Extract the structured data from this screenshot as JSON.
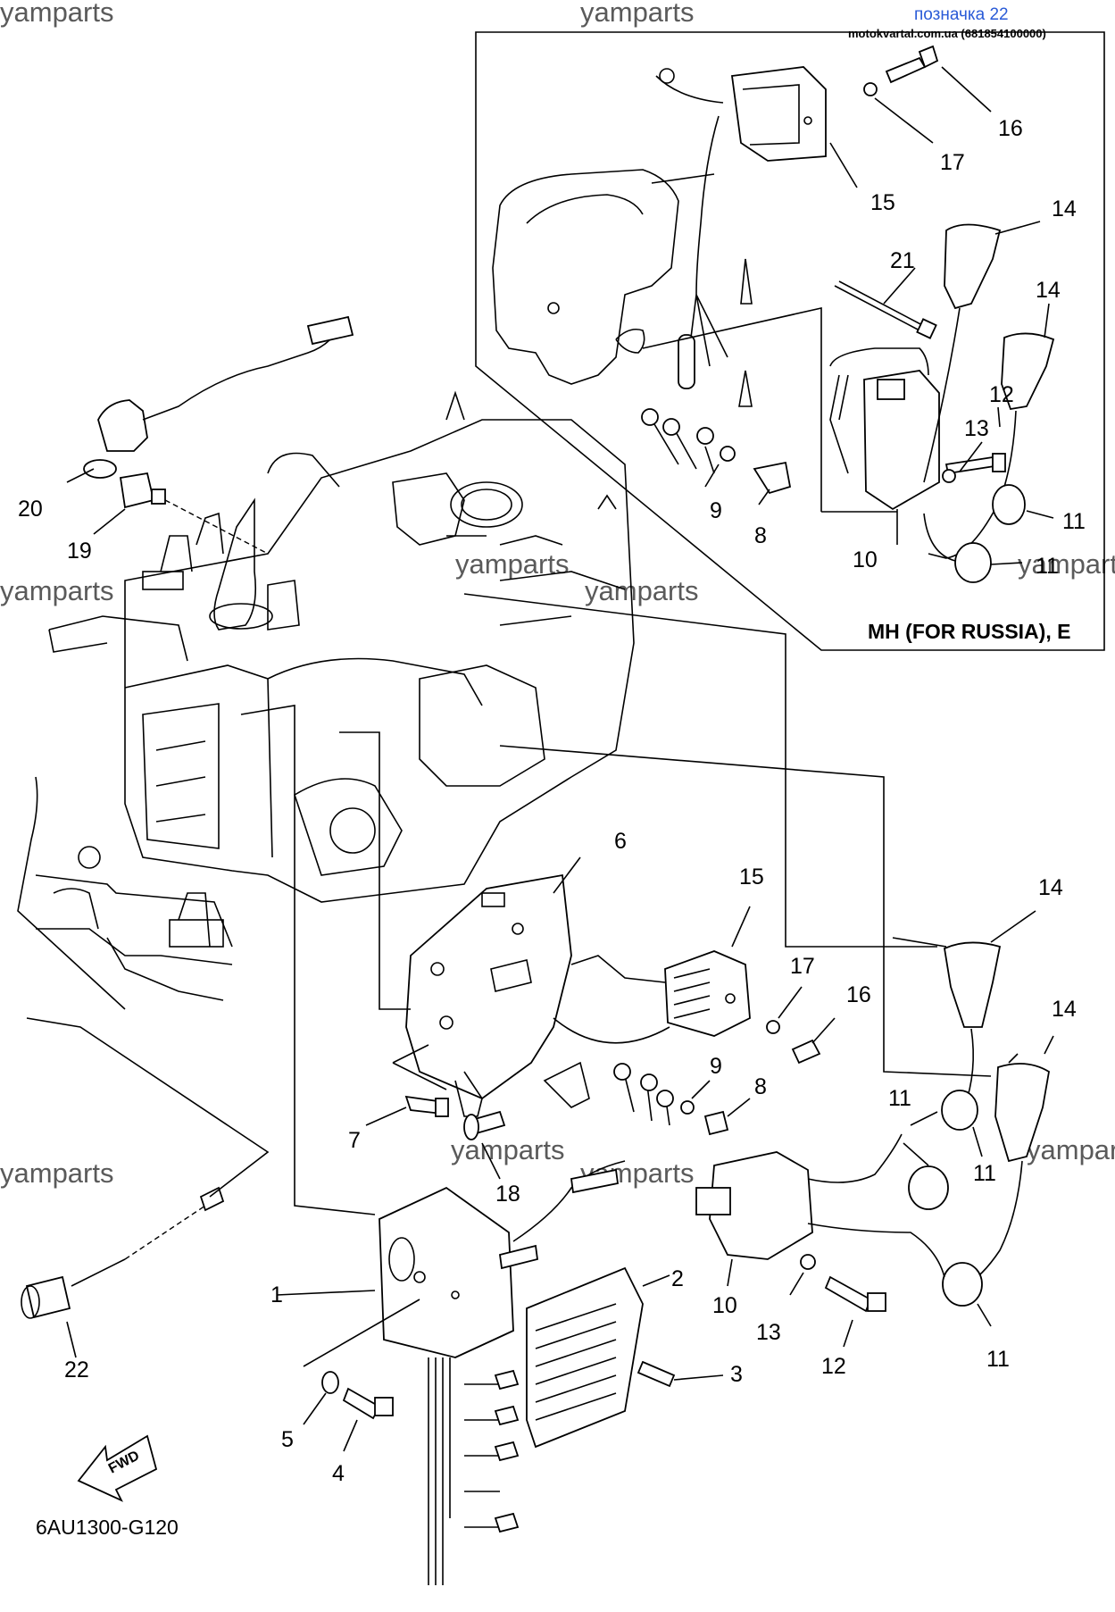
{
  "header": {
    "title": "позначка 22",
    "source": "motokvartal.com.ua (681854100000)",
    "title_color": "#2a5bd7"
  },
  "watermark": "yamparts",
  "inset": {
    "caption": "MH (FOR RUSSIA), E",
    "callouts": [
      "16",
      "17",
      "15",
      "14",
      "21",
      "14",
      "12",
      "13",
      "11",
      "9",
      "8",
      "10",
      "11"
    ]
  },
  "main_callouts": [
    "20",
    "19",
    "6",
    "15",
    "17",
    "16",
    "14",
    "14",
    "9",
    "8",
    "7",
    "11",
    "11",
    "18",
    "10",
    "13",
    "12",
    "11",
    "1",
    "2",
    "3",
    "22",
    "5",
    "4"
  ],
  "footer": {
    "fwd_label": "FWD",
    "diagram_code": "6AU1300-G120"
  }
}
